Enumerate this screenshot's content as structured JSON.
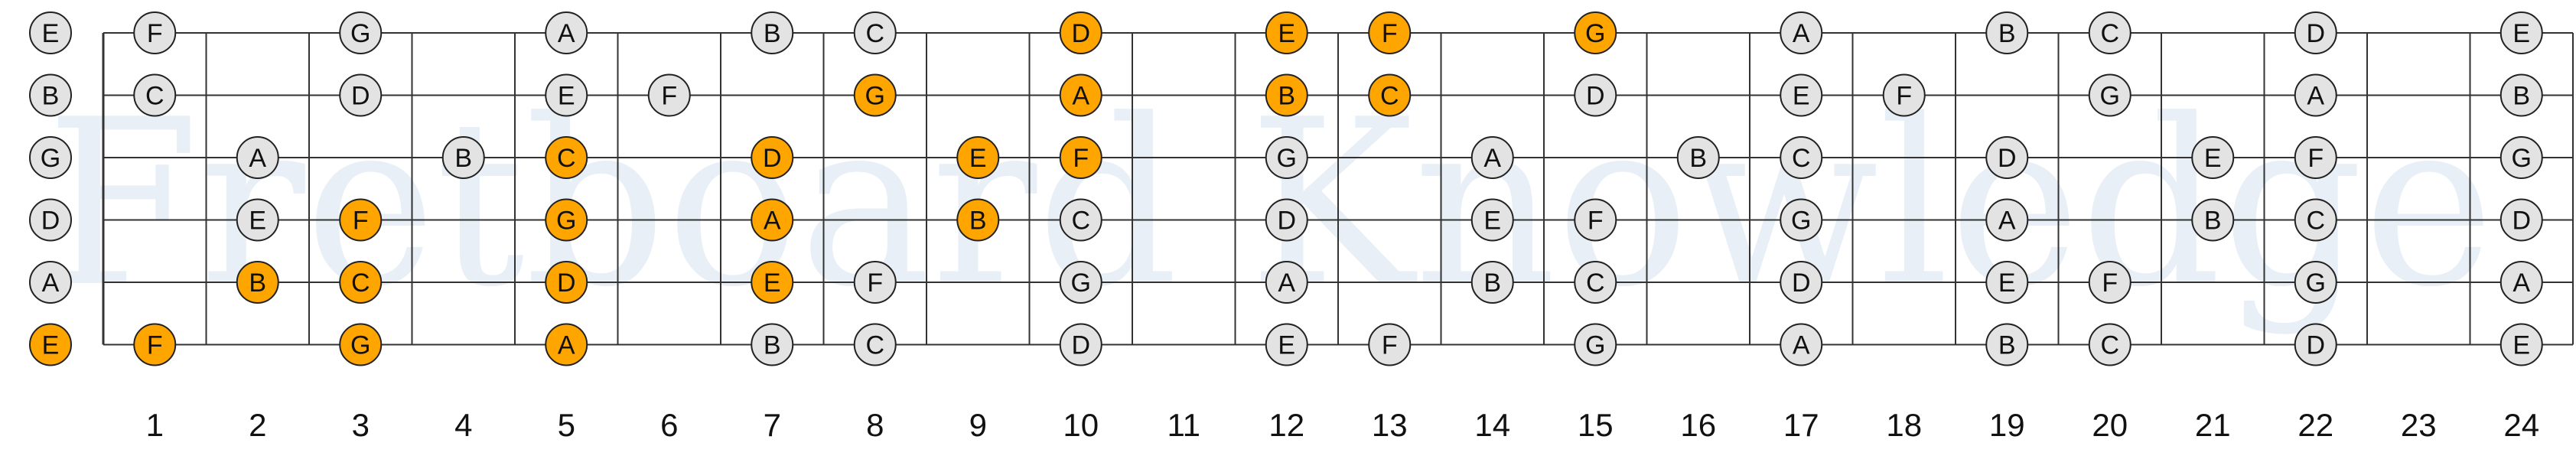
{
  "watermark": "Fretboard Knowledge",
  "colors": {
    "background": "#ffffff",
    "line": "#333333",
    "plain_fill": "#e3e3e3",
    "highlight_fill": "#ffa500",
    "stroke": "#222222",
    "text": "#111111",
    "watermark": "#e8eff6"
  },
  "fret_labels": [
    "1",
    "2",
    "3",
    "4",
    "5",
    "6",
    "7",
    "8",
    "9",
    "10",
    "11",
    "12",
    "13",
    "14",
    "15",
    "16",
    "17",
    "18",
    "19",
    "20",
    "21",
    "22",
    "23",
    "24"
  ],
  "strings": [
    {
      "open": "E",
      "notes": [
        {
          "fret": 0,
          "n": "E",
          "hl": false
        },
        {
          "fret": 1,
          "n": "F",
          "hl": false
        },
        {
          "fret": 3,
          "n": "G",
          "hl": false
        },
        {
          "fret": 5,
          "n": "A",
          "hl": false
        },
        {
          "fret": 7,
          "n": "B",
          "hl": false
        },
        {
          "fret": 8,
          "n": "C",
          "hl": false
        },
        {
          "fret": 10,
          "n": "D",
          "hl": true
        },
        {
          "fret": 12,
          "n": "E",
          "hl": true
        },
        {
          "fret": 13,
          "n": "F",
          "hl": true
        },
        {
          "fret": 15,
          "n": "G",
          "hl": true
        },
        {
          "fret": 17,
          "n": "A",
          "hl": false
        },
        {
          "fret": 19,
          "n": "B",
          "hl": false
        },
        {
          "fret": 20,
          "n": "C",
          "hl": false
        },
        {
          "fret": 22,
          "n": "D",
          "hl": false
        },
        {
          "fret": 24,
          "n": "E",
          "hl": false
        }
      ]
    },
    {
      "open": "B",
      "notes": [
        {
          "fret": 0,
          "n": "B",
          "hl": false
        },
        {
          "fret": 1,
          "n": "C",
          "hl": false
        },
        {
          "fret": 3,
          "n": "D",
          "hl": false
        },
        {
          "fret": 5,
          "n": "E",
          "hl": false
        },
        {
          "fret": 6,
          "n": "F",
          "hl": false
        },
        {
          "fret": 8,
          "n": "G",
          "hl": true
        },
        {
          "fret": 10,
          "n": "A",
          "hl": true
        },
        {
          "fret": 12,
          "n": "B",
          "hl": true
        },
        {
          "fret": 13,
          "n": "C",
          "hl": true
        },
        {
          "fret": 15,
          "n": "D",
          "hl": false
        },
        {
          "fret": 17,
          "n": "E",
          "hl": false
        },
        {
          "fret": 18,
          "n": "F",
          "hl": false
        },
        {
          "fret": 20,
          "n": "G",
          "hl": false
        },
        {
          "fret": 22,
          "n": "A",
          "hl": false
        },
        {
          "fret": 24,
          "n": "B",
          "hl": false
        }
      ]
    },
    {
      "open": "G",
      "notes": [
        {
          "fret": 0,
          "n": "G",
          "hl": false
        },
        {
          "fret": 2,
          "n": "A",
          "hl": false
        },
        {
          "fret": 4,
          "n": "B",
          "hl": false
        },
        {
          "fret": 5,
          "n": "C",
          "hl": true
        },
        {
          "fret": 7,
          "n": "D",
          "hl": true
        },
        {
          "fret": 9,
          "n": "E",
          "hl": true
        },
        {
          "fret": 10,
          "n": "F",
          "hl": true
        },
        {
          "fret": 12,
          "n": "G",
          "hl": false
        },
        {
          "fret": 14,
          "n": "A",
          "hl": false
        },
        {
          "fret": 16,
          "n": "B",
          "hl": false
        },
        {
          "fret": 17,
          "n": "C",
          "hl": false
        },
        {
          "fret": 19,
          "n": "D",
          "hl": false
        },
        {
          "fret": 21,
          "n": "E",
          "hl": false
        },
        {
          "fret": 22,
          "n": "F",
          "hl": false
        },
        {
          "fret": 24,
          "n": "G",
          "hl": false
        }
      ]
    },
    {
      "open": "D",
      "notes": [
        {
          "fret": 0,
          "n": "D",
          "hl": false
        },
        {
          "fret": 2,
          "n": "E",
          "hl": false
        },
        {
          "fret": 3,
          "n": "F",
          "hl": true
        },
        {
          "fret": 5,
          "n": "G",
          "hl": true
        },
        {
          "fret": 7,
          "n": "A",
          "hl": true
        },
        {
          "fret": 9,
          "n": "B",
          "hl": true
        },
        {
          "fret": 10,
          "n": "C",
          "hl": false
        },
        {
          "fret": 12,
          "n": "D",
          "hl": false
        },
        {
          "fret": 14,
          "n": "E",
          "hl": false
        },
        {
          "fret": 15,
          "n": "F",
          "hl": false
        },
        {
          "fret": 17,
          "n": "G",
          "hl": false
        },
        {
          "fret": 19,
          "n": "A",
          "hl": false
        },
        {
          "fret": 21,
          "n": "B",
          "hl": false
        },
        {
          "fret": 22,
          "n": "C",
          "hl": false
        },
        {
          "fret": 24,
          "n": "D",
          "hl": false
        }
      ]
    },
    {
      "open": "A",
      "notes": [
        {
          "fret": 0,
          "n": "A",
          "hl": false
        },
        {
          "fret": 2,
          "n": "B",
          "hl": true
        },
        {
          "fret": 3,
          "n": "C",
          "hl": true
        },
        {
          "fret": 5,
          "n": "D",
          "hl": true
        },
        {
          "fret": 7,
          "n": "E",
          "hl": true
        },
        {
          "fret": 8,
          "n": "F",
          "hl": false
        },
        {
          "fret": 10,
          "n": "G",
          "hl": false
        },
        {
          "fret": 12,
          "n": "A",
          "hl": false
        },
        {
          "fret": 14,
          "n": "B",
          "hl": false
        },
        {
          "fret": 15,
          "n": "C",
          "hl": false
        },
        {
          "fret": 17,
          "n": "D",
          "hl": false
        },
        {
          "fret": 19,
          "n": "E",
          "hl": false
        },
        {
          "fret": 20,
          "n": "F",
          "hl": false
        },
        {
          "fret": 22,
          "n": "G",
          "hl": false
        },
        {
          "fret": 24,
          "n": "A",
          "hl": false
        }
      ]
    },
    {
      "open": "E",
      "notes": [
        {
          "fret": 0,
          "n": "E",
          "hl": true
        },
        {
          "fret": 1,
          "n": "F",
          "hl": true
        },
        {
          "fret": 3,
          "n": "G",
          "hl": true
        },
        {
          "fret": 5,
          "n": "A",
          "hl": true
        },
        {
          "fret": 7,
          "n": "B",
          "hl": false
        },
        {
          "fret": 8,
          "n": "C",
          "hl": false
        },
        {
          "fret": 10,
          "n": "D",
          "hl": false
        },
        {
          "fret": 12,
          "n": "E",
          "hl": false
        },
        {
          "fret": 13,
          "n": "F",
          "hl": false
        },
        {
          "fret": 15,
          "n": "G",
          "hl": false
        },
        {
          "fret": 17,
          "n": "A",
          "hl": false
        },
        {
          "fret": 19,
          "n": "B",
          "hl": false
        },
        {
          "fret": 20,
          "n": "C",
          "hl": false
        },
        {
          "fret": 22,
          "n": "D",
          "hl": false
        },
        {
          "fret": 24,
          "n": "E",
          "hl": false
        }
      ]
    }
  ]
}
